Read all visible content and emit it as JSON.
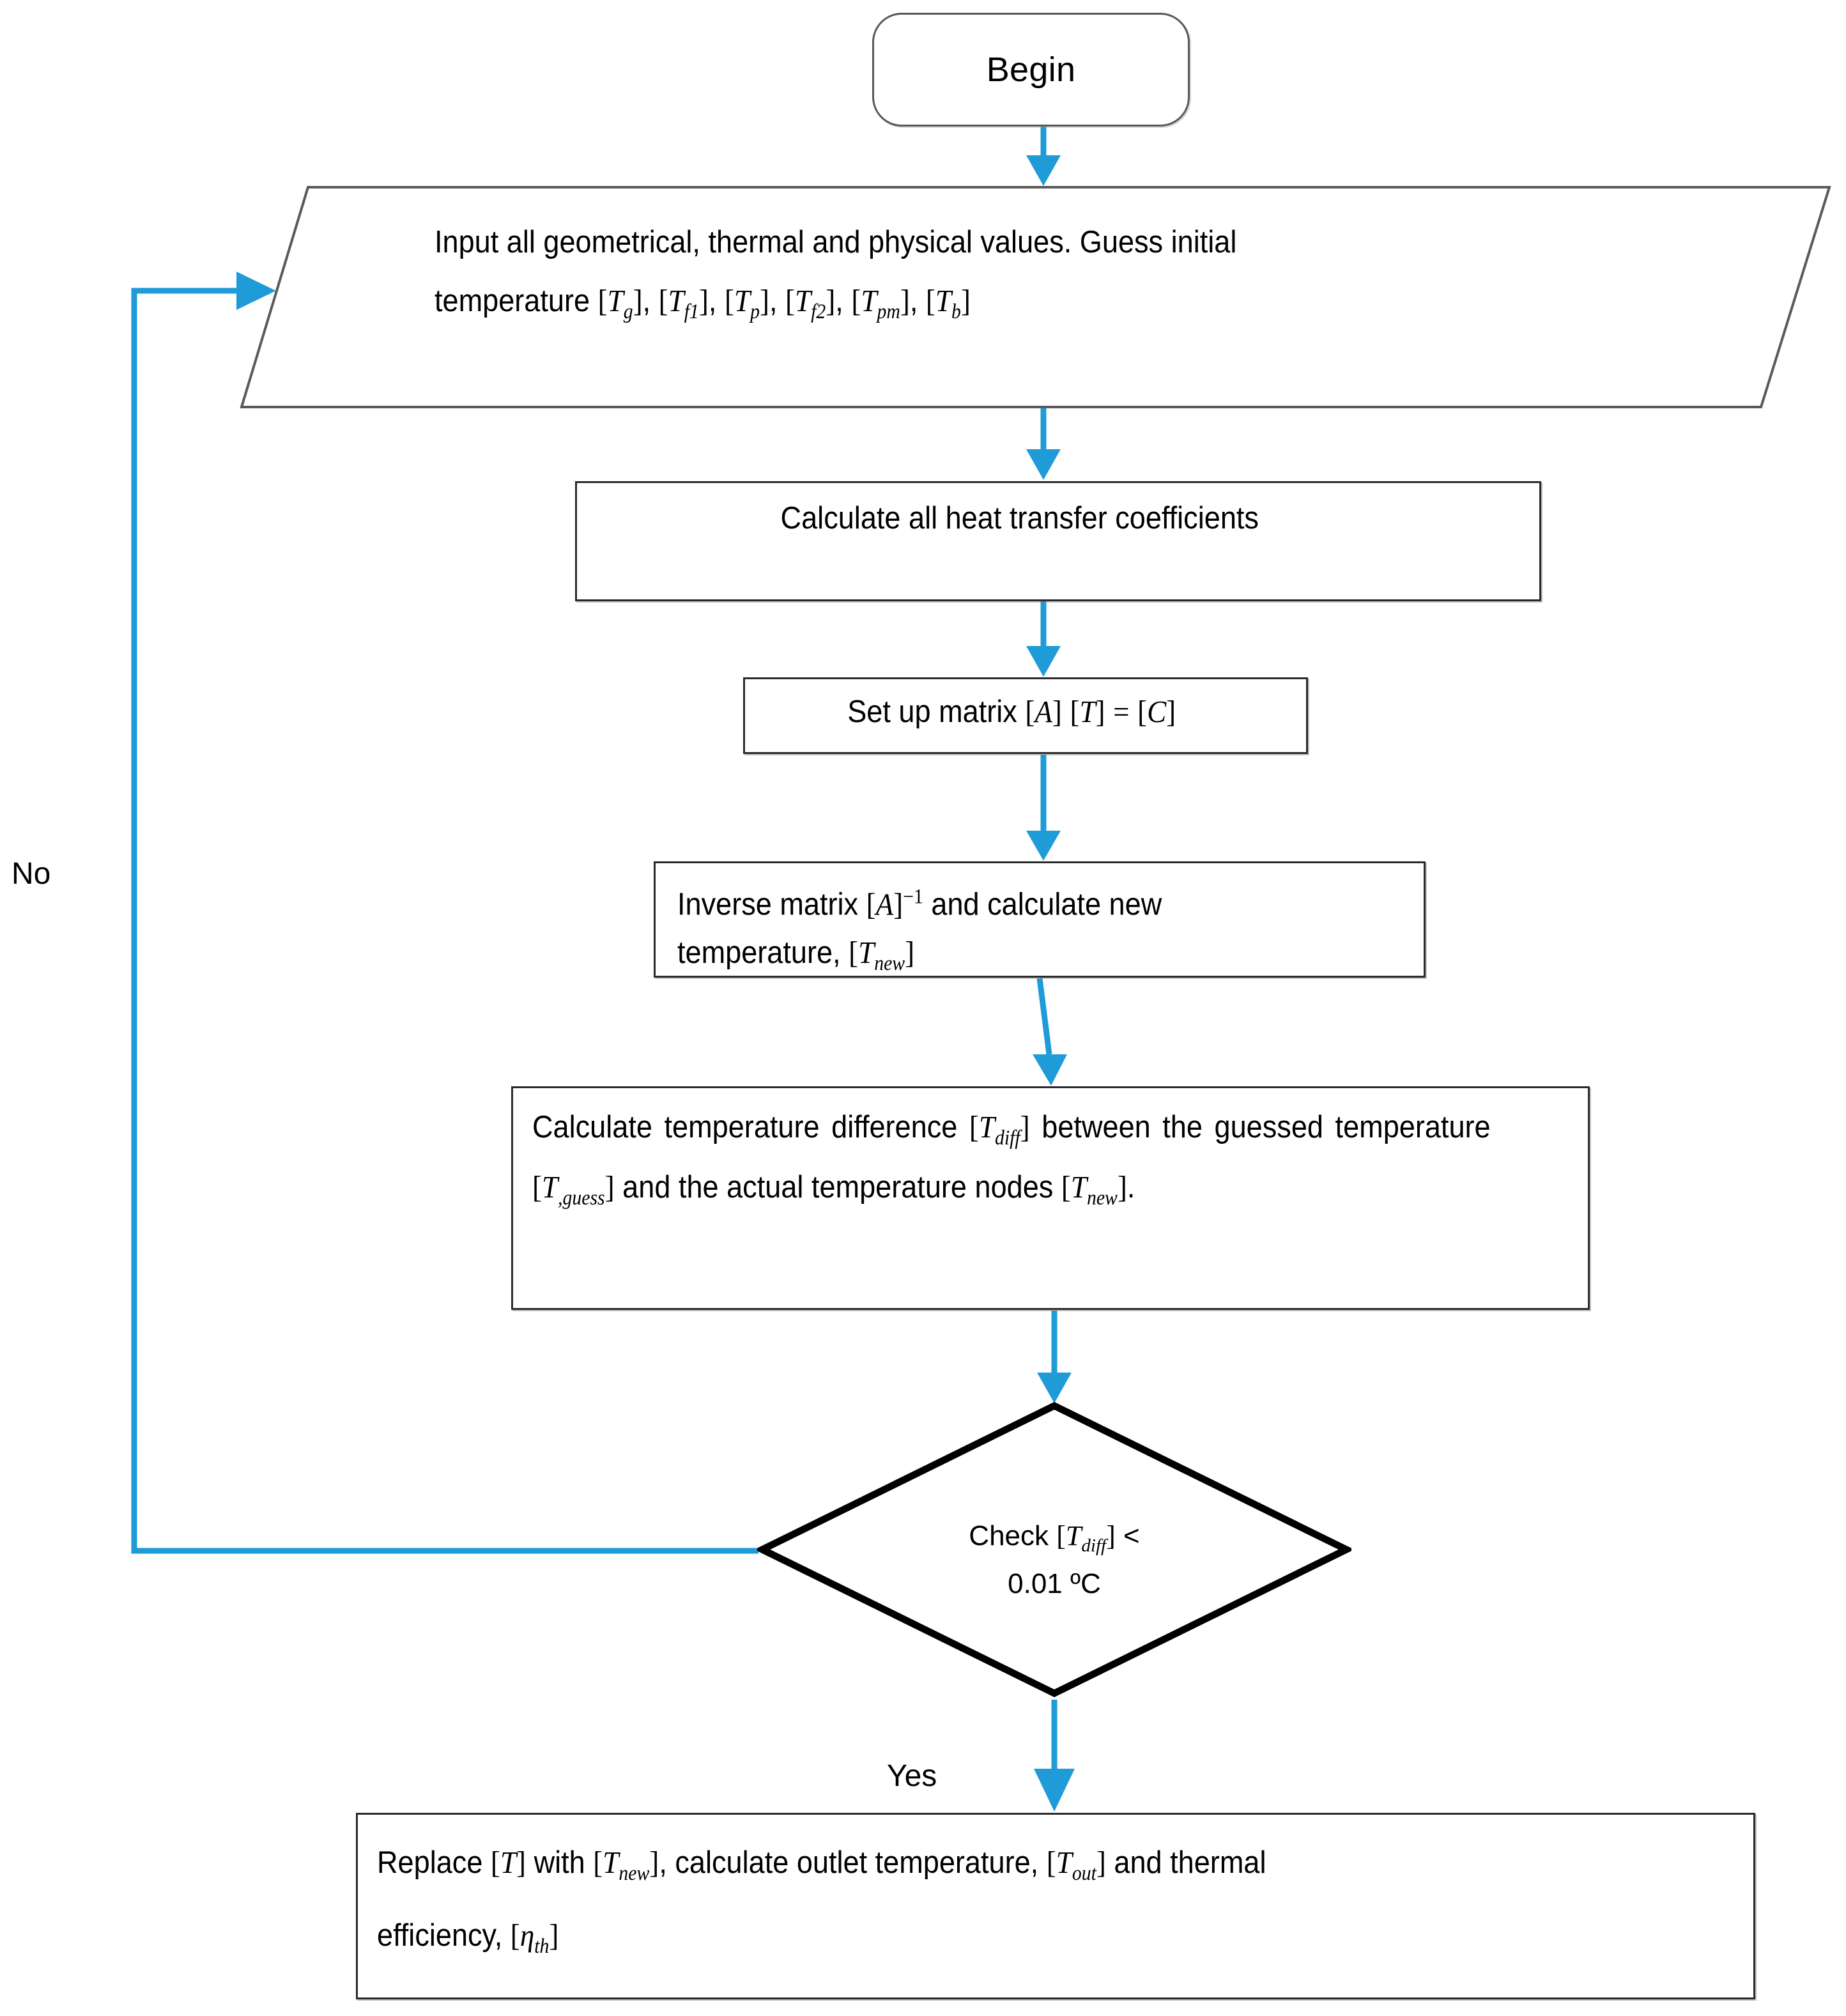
{
  "diagram": {
    "title": "Iterative thermal model solution flowchart",
    "accent_color": "#1f9bd7",
    "outline_color": "#2b2b2b",
    "background_color": "#ffffff"
  },
  "nodes": {
    "begin": {
      "shape": "terminator",
      "label": "Begin"
    },
    "input": {
      "shape": "parallelogram",
      "line1": "Input all geometrical, thermal and physical values. Guess initial",
      "line2_prefix": "temperature ",
      "symbols": [
        "T_g",
        "T_f1",
        "T_p",
        "T_f2",
        "T_pm",
        "T_b"
      ],
      "line2_plain": "temperature [Tg], [Tf1], [Tp], [Tf2], [Tpm], [Tb]"
    },
    "coefficients": {
      "shape": "process",
      "label": "Calculate all heat transfer coefficients"
    },
    "matrix": {
      "shape": "process",
      "label_prefix": "Set up matrix ",
      "label_plain": "Set up matrix [A] [T] = [C]",
      "symbols": [
        "A",
        "T",
        "C"
      ],
      "operator": "="
    },
    "inverse": {
      "shape": "process",
      "line1_prefix": "Inverse matrix ",
      "line1_mid": " and calculate new",
      "line2_prefix": "temperature, ",
      "label_plain": "Inverse matrix [A]⁻¹ and calculate new temperature, [Tnew]",
      "symbols": [
        "A^-1",
        "T_new"
      ]
    },
    "difference": {
      "shape": "process",
      "label_plain": "Calculate temperature difference [Tdiff] between the guessed temperature [T,guess] and the actual temperature nodes [Tnew].",
      "part1": "Calculate temperature difference ",
      "part2": " between the guessed temperature ",
      "part3": " and the actual temperature nodes ",
      "part4": ".",
      "symbols": [
        "T_diff",
        "T_,guess",
        "T_new"
      ]
    },
    "decision": {
      "shape": "diamond",
      "label_prefix": "Check ",
      "operator": "<",
      "threshold": "0.01 ºC",
      "label_plain": "Check [Tdiff] < 0.01 ºC",
      "symbols": [
        "T_diff"
      ]
    },
    "final": {
      "shape": "process",
      "label_plain": "Replace [T] with [Tnew], calculate outlet temperature, [Tout] and thermal efficiency, [ηth]",
      "part1": "Replace ",
      "part2": " with ",
      "part3": ", calculate outlet temperature, ",
      "part4": " and thermal",
      "part5": "efficiency, ",
      "symbols": [
        "T",
        "T_new",
        "T_out",
        "eta_th"
      ]
    }
  },
  "edges": {
    "no_label": "No",
    "yes_label": "Yes"
  },
  "symbol_glyphs": {
    "T": "T",
    "A": "A",
    "C": "C",
    "eta": "η",
    "open_bracket": "[",
    "close_bracket": "]",
    "degree": "º",
    "minus_one": "−1",
    "less_than": "<"
  }
}
